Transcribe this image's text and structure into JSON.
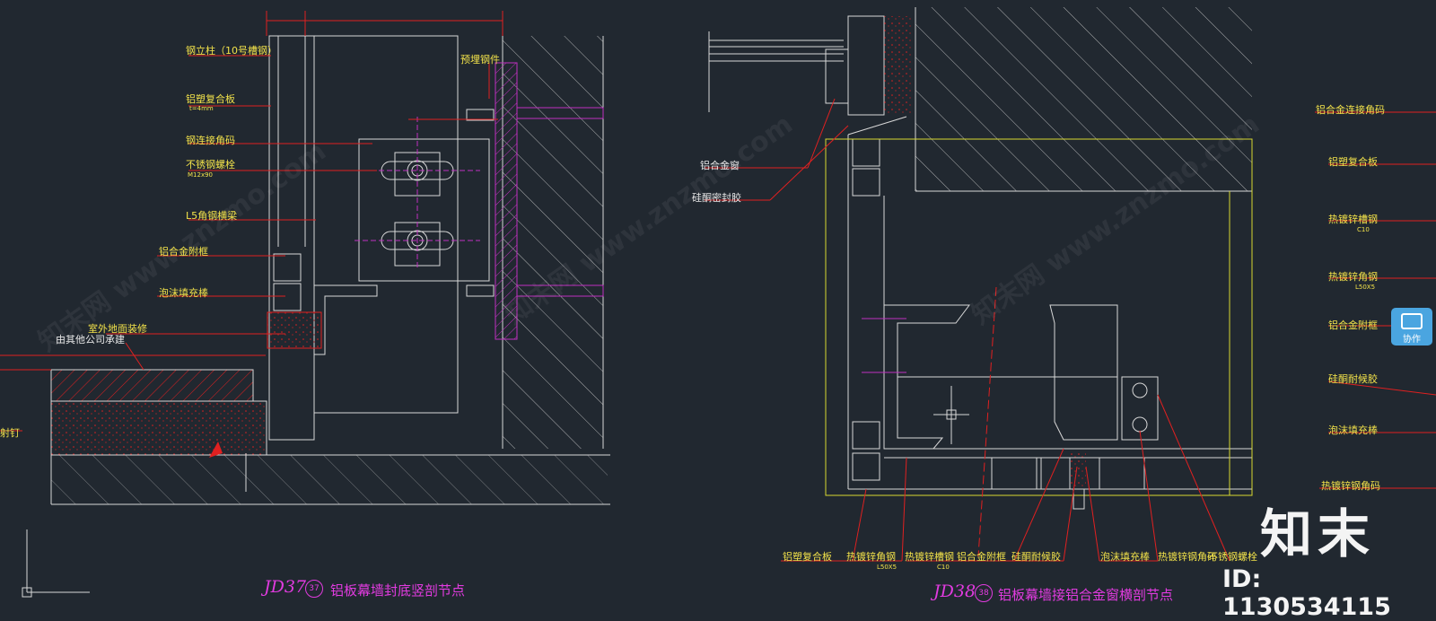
{
  "left_detail": {
    "code": "JD37",
    "circle": "37",
    "title": "铝板幕墙封底竖剖节点",
    "labels": {
      "steel_post": "钢立柱（10号槽钢）",
      "alu_composite_panel": "铝塑复合板",
      "panel_thickness": "t=4mm",
      "steel_connector": "钢连接角码",
      "ss_bolt": "不锈钢螺栓",
      "bolt_spec": "M12x90",
      "steel_beam": "L5角钢横梁",
      "alu_subframe": "铝合金附框",
      "foam_filler": "泡沫填充棒",
      "outdoor_floor": "室外地面装修",
      "by_others": "由其他公司承建",
      "embed_plate": "预埋钢件",
      "rivet": "射钉"
    }
  },
  "right_detail": {
    "code": "JD38",
    "circle": "38",
    "title": "铝板幕墙接铝合金窗横剖节点",
    "labels": {
      "alu_window": "铝合金窗",
      "silicone_sealant": "硅酮密封胶",
      "alu_corner_connector": "铝合金连接角码",
      "alu_composite_panel": "铝塑复合板",
      "galv_channel": "热镀锌槽钢",
      "galv_channel_spec": "C10",
      "galv_angle": "热镀锌角钢",
      "galv_angle_spec": "L50X5",
      "alu_subframe": "铝合金附框",
      "silicone_weather": "硅酮耐候胶",
      "foam_filler": "泡沫填充棒",
      "galv_steel_code": "热镀锌钢角码"
    },
    "bottom_labels": [
      "铝塑复合板",
      "热镀锌角钢",
      "热镀锌槽钢",
      "铝合金附框",
      "硅酮耐候胶",
      "泡沫填充棒",
      "热镀锌钢角码",
      "不锈钢螺栓"
    ],
    "bottom_specs": [
      "L50X5",
      "C10"
    ]
  },
  "watermark": "知末网 www.znzmo.com",
  "brand": "知末",
  "image_id": "ID: 1130534115",
  "collab_label": "协作",
  "colors": {
    "background": "#212830",
    "label": "#f2e24a",
    "title": "#e23be0",
    "line": "#d8d8d8",
    "red": "#e02020"
  }
}
